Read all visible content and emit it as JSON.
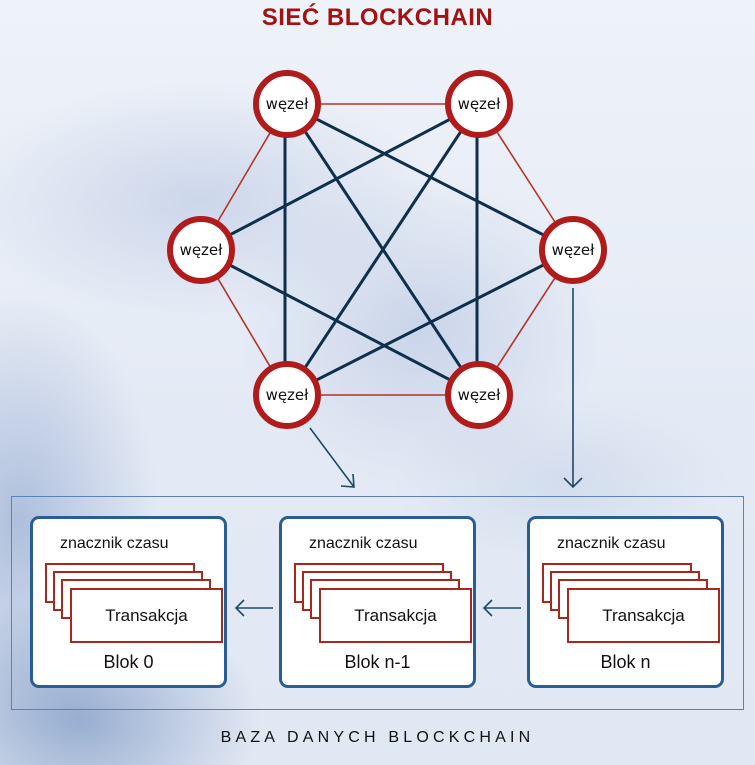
{
  "title": "SIEĆ BLOCKCHAIN",
  "network": {
    "node_label": "węzeł",
    "nodes": [
      {
        "id": "top-left",
        "label": "węzeł"
      },
      {
        "id": "top-right",
        "label": "węzeł"
      },
      {
        "id": "middle-left",
        "label": "węzeł"
      },
      {
        "id": "middle-right",
        "label": "węzeł"
      },
      {
        "id": "bottom-left",
        "label": "węzeł"
      },
      {
        "id": "bottom-right",
        "label": "węzeł"
      }
    ],
    "outer_links": [
      [
        "top-left",
        "top-right"
      ],
      [
        "top-right",
        "middle-right"
      ],
      [
        "middle-right",
        "bottom-right"
      ],
      [
        "bottom-right",
        "bottom-left"
      ],
      [
        "bottom-left",
        "middle-left"
      ],
      [
        "middle-left",
        "top-left"
      ]
    ],
    "inner_links": [
      [
        "top-left",
        "bottom-left"
      ],
      [
        "top-left",
        "bottom-right"
      ],
      [
        "top-left",
        "middle-right"
      ],
      [
        "top-right",
        "middle-left"
      ],
      [
        "top-right",
        "bottom-left"
      ],
      [
        "top-right",
        "bottom-right"
      ],
      [
        "middle-left",
        "bottom-right"
      ],
      [
        "middle-right",
        "bottom-left"
      ]
    ],
    "colors": {
      "ring": "#b01c1c",
      "outer_link": "#b5322a",
      "inner_link": "#0f2f4a",
      "arrow": "#1d4a66"
    }
  },
  "database": {
    "label": "BAZA DANYCH BLOCKCHAIN",
    "blocks": [
      {
        "name": "Blok 0",
        "timestamp": "znacznik czasu",
        "transaction": "Transakcja"
      },
      {
        "name": "Blok n-1",
        "timestamp": "znacznik czasu",
        "transaction": "Transakcja"
      },
      {
        "name": "Blok n",
        "timestamp": "znacznik czasu",
        "transaction": "Transakcja"
      }
    ]
  }
}
